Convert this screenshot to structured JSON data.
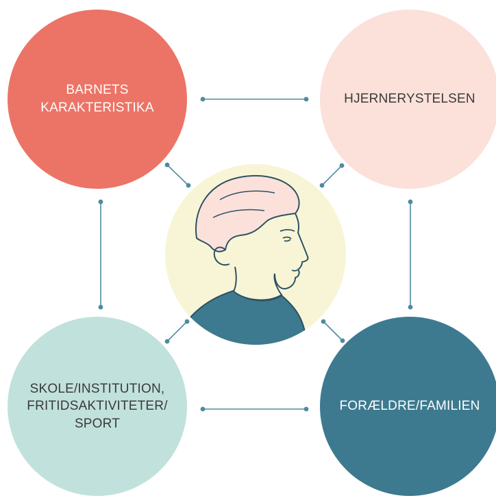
{
  "colors": {
    "coral": "#EC7466",
    "pink": "#FBE1DA",
    "mint": "#C1E1DC",
    "teal": "#3D7A8F",
    "cream": "#F7F5D6",
    "connector": "#4E8AA0",
    "line_art": "#2C5163"
  },
  "nodes": {
    "top_left": {
      "label": "BARNETS\nKARAKTERISTIKA",
      "text_color": "#ffffff"
    },
    "top_right": {
      "label": "HJERNERYSTELSEN",
      "text_color": "#3a3a3a"
    },
    "bottom_left": {
      "label": "SKOLE/INSTITUTION,\nFRITIDSAKTIVITETER/\nSPORT",
      "text_color": "#3a3a3a"
    },
    "bottom_right": {
      "label": "FORÆLDRE/FAMILIEN",
      "text_color": "#ffffff"
    }
  },
  "center": {
    "icon": "child-profile-icon"
  }
}
